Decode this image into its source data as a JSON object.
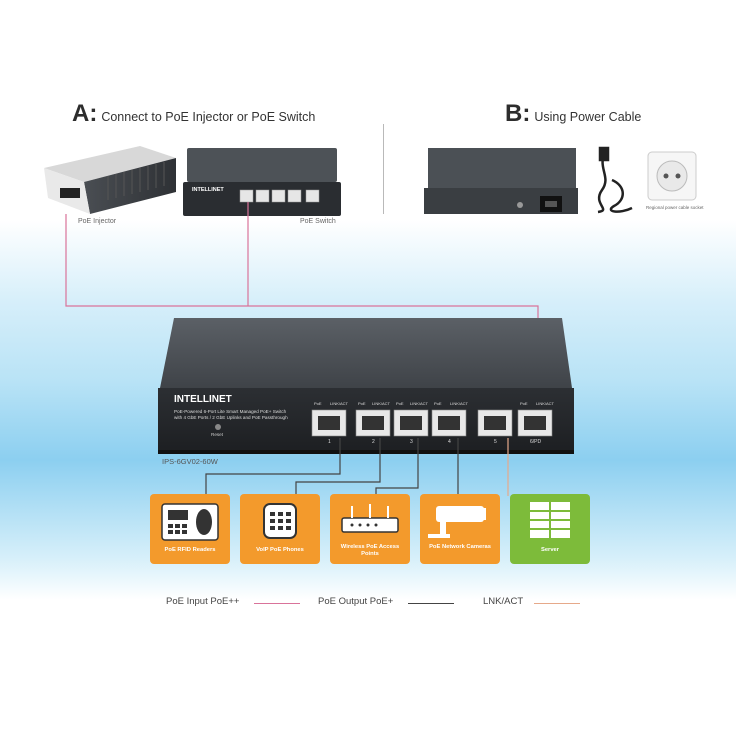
{
  "section_a": {
    "letter": "A:",
    "text": "Connect to PoE Injector or PoE Switch"
  },
  "section_b": {
    "letter": "B:",
    "text": "Using Power Cable"
  },
  "labels": {
    "injector": "PoE Injector",
    "switch": "PoE Switch",
    "socket_note": "Regional power cable socket"
  },
  "device": {
    "brand": "INTELLINET",
    "description_line1": "PoE-Powered 6-Port Lite Smart Managed PoE+ Switch",
    "description_line2": "with 4 GbE Ports / 2 GbE Uplinks and PoE Passthrough",
    "reset_label": "Reset",
    "model": "IPS-6GV02-60W",
    "port_labels": [
      "PoE",
      "LINK/ACT"
    ],
    "port_numbers": [
      "1",
      "2",
      "3",
      "4",
      "5",
      "6/PD"
    ]
  },
  "small_switch_brand": "INTELLINET",
  "devices": [
    {
      "label": "PoE RFID Readers",
      "color": "#f39a2c"
    },
    {
      "label": "VoIP PoE Phones",
      "color": "#f39a2c"
    },
    {
      "label": "Wireless PoE Access Points",
      "color": "#f39a2c"
    },
    {
      "label": "PoE Network Cameras",
      "color": "#f39a2c"
    },
    {
      "label": "Server",
      "color": "#7dbb3a"
    }
  ],
  "legend": [
    {
      "text": "PoE Input PoE++",
      "color": "#d9739a"
    },
    {
      "text": "PoE Output PoE+",
      "color": "#444444"
    },
    {
      "text": "LNK/ACT",
      "color": "#e6a98a"
    }
  ]
}
